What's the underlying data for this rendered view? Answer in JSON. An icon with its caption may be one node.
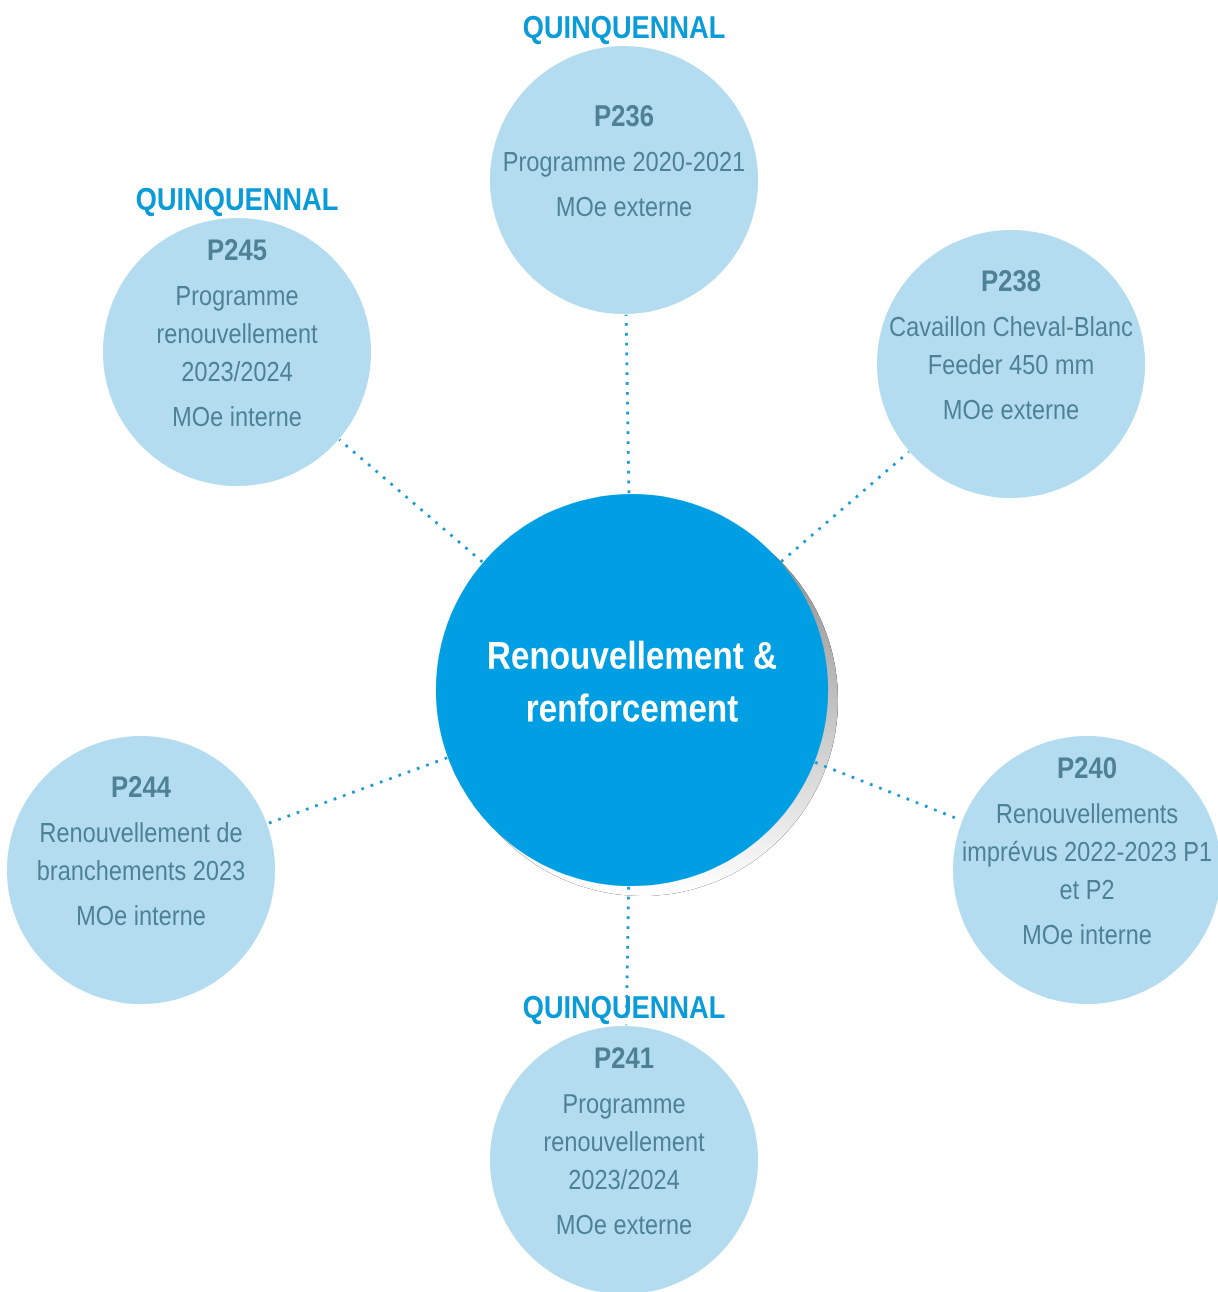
{
  "diagram": {
    "nodes": [
      {
        "text": [
          "P236",
          "Programme 2020-2021",
          "MOe externe"
        ],
        "beside": [
          "QUINQUENNAL"
        ]
      },
      {
        "text": [
          "P245",
          "Programme renouvellement 2023/2024",
          "MOe interne"
        ],
        "beside": [
          "QUINQUENNAL"
        ]
      },
      {
        "text": [
          "P238",
          "Cavaillon Cheval-Blanc Feeder 450 mm",
          "MOe externe"
        ]
      },
      {
        "text": [
          "Renouvellement & renforcement"
        ]
      },
      {
        "text": [
          "P244",
          "Renouvellement de branchements 2023",
          "MOe interne"
        ]
      },
      {
        "text": [
          "P240",
          "Renouvellements imprévus 2022-2023 P1 et P2",
          "MOe interne"
        ]
      },
      {
        "text": [
          "P241",
          "Programme renouvellement 2023/2024",
          "MOe externe"
        ],
        "beside": [
          "QUINQUENNAL"
        ]
      }
    ],
    "edges": [
      {
        "from": 3,
        "to": 0,
        "arrow": "none"
      },
      {
        "from": 3,
        "to": 1,
        "arrow": "none"
      },
      {
        "from": 3,
        "to": 2,
        "arrow": "none"
      },
      {
        "from": 3,
        "to": 4,
        "arrow": "none"
      },
      {
        "from": 3,
        "to": 5,
        "arrow": "none"
      },
      {
        "from": 3,
        "to": 6,
        "arrow": "none"
      }
    ]
  }
}
